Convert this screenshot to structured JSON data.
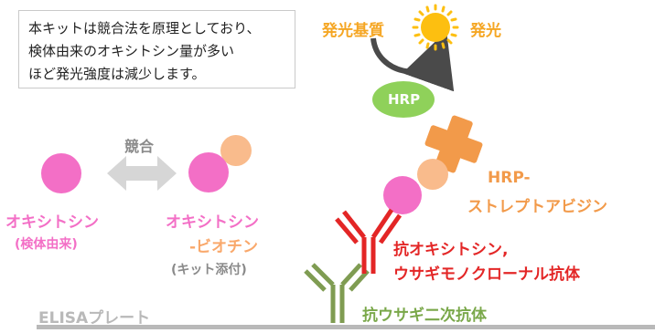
{
  "note_lines": [
    "本キットは競合法を原理としており、",
    "検体由来のオキシトシン量が多い",
    "ほど発光強度は減少します。"
  ],
  "substrate": "発光基質",
  "emission": "発光",
  "hrp": "HRP",
  "competition": "競合",
  "oxytocin_sample": {
    "name": "オキシトシン",
    "source": "(検体由来)"
  },
  "oxytocin_biotin": {
    "line1": "オキシトシン",
    "line2": "-ビオチン",
    "source": "(キット添付)"
  },
  "hrp_streptavidin": {
    "line1": "HRP-",
    "line2": "ストレプトアビジン"
  },
  "primary_antibody": {
    "line1": "抗オキシトシン,",
    "line2": "ウサギモノクローナル抗体"
  },
  "secondary_antibody": "抗ウサギ二次抗体",
  "plate": "ELISAプレート",
  "colors": {
    "pink": "#f36fc6",
    "peach": "#f9bb8c",
    "orange": "#f29a4a",
    "green_label": "#7aa84a",
    "hrp_green": "#8fd15a",
    "sun": "#fdbf10",
    "red": "#e32626",
    "olive": "#7f9c52",
    "gray": "#b9b9b9"
  }
}
